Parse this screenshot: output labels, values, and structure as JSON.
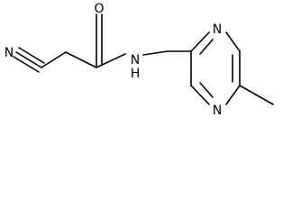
{
  "molecule": {
    "atoms": {
      "nitrile_n": "N",
      "carbonyl_o": "O",
      "amide_n": "N",
      "amide_h": "H",
      "pyrazine_n1": "N",
      "pyrazine_n2": "N"
    },
    "colors": {
      "bond": "#000000",
      "label": "#000000",
      "background": "#ffffff"
    }
  }
}
